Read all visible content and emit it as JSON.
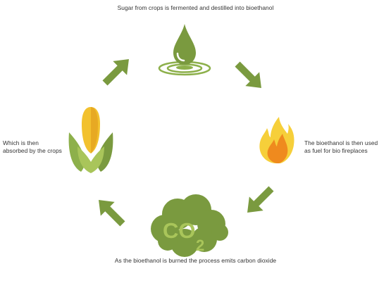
{
  "steps": {
    "top": {
      "text": "Sugar from crops is fermented and destilled into bioethanol",
      "icon": "droplet-icon"
    },
    "right": {
      "lines": [
        "The bioethanol is then used",
        "as fuel for bio fireplaces"
      ],
      "icon": "flame-icon"
    },
    "bottom": {
      "text": "As the bioethanol is burned the process emits carbon dioxide",
      "icon": "co2-cloud-icon",
      "cloud_label": "CO",
      "cloud_subscript": "2"
    },
    "left": {
      "lines": [
        "Which is then",
        "absorbed by the crops"
      ],
      "icon": "corn-icon"
    }
  },
  "colors": {
    "green": "#7a9a3f",
    "light_green": "#8db04b",
    "lime": "#a9c55a",
    "corn_yellow": "#f2c12e",
    "flame_yellow": "#f6cf3a",
    "flame_orange": "#ef8a1e",
    "text": "#333333"
  }
}
